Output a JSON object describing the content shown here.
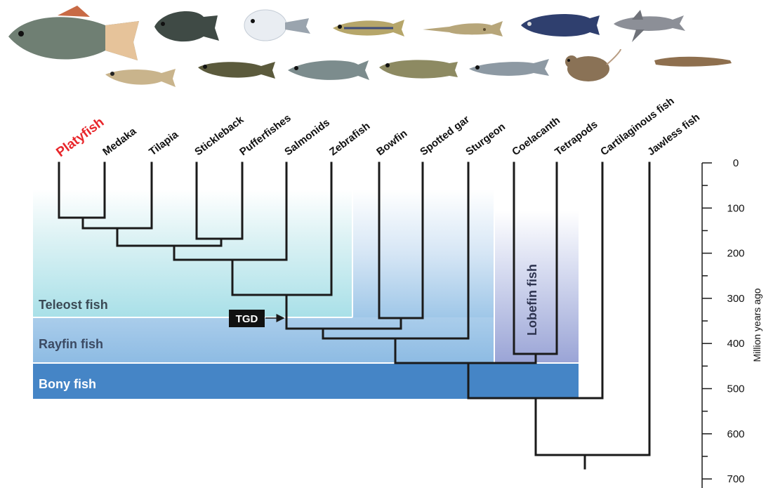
{
  "taxa": [
    {
      "name": "Platyfish",
      "highlight": true
    },
    {
      "name": "Medaka"
    },
    {
      "name": "Tilapia"
    },
    {
      "name": "Stickleback"
    },
    {
      "name": "Pufferfishes"
    },
    {
      "name": "Salmonids"
    },
    {
      "name": "Zebrafish"
    },
    {
      "name": "Bowfin"
    },
    {
      "name": "Spotted gar"
    },
    {
      "name": "Sturgeon"
    },
    {
      "name": "Coelacanth"
    },
    {
      "name": "Tetrapods"
    },
    {
      "name": "Cartilaginous fish"
    },
    {
      "name": "Jawless fish"
    }
  ],
  "groups": {
    "teleost": "Teleost fish",
    "rayfin": "Rayfin fish",
    "bony": "Bony fish",
    "lobefin": "Lobefin fish"
  },
  "event": {
    "label": "TGD"
  },
  "axis": {
    "title": "Million years ago",
    "ticks": [
      "0",
      "100",
      "200",
      "300",
      "400",
      "500",
      "600",
      "700"
    ]
  },
  "colors": {
    "highlight_taxon": "#e8262b",
    "teleost_panel": "#c9ebef",
    "rayfin_panel": "#a9cde9",
    "bony_panel": "#4585c6",
    "lobefin_panel": "#b5bde0",
    "branch": "#1a1a1a"
  }
}
